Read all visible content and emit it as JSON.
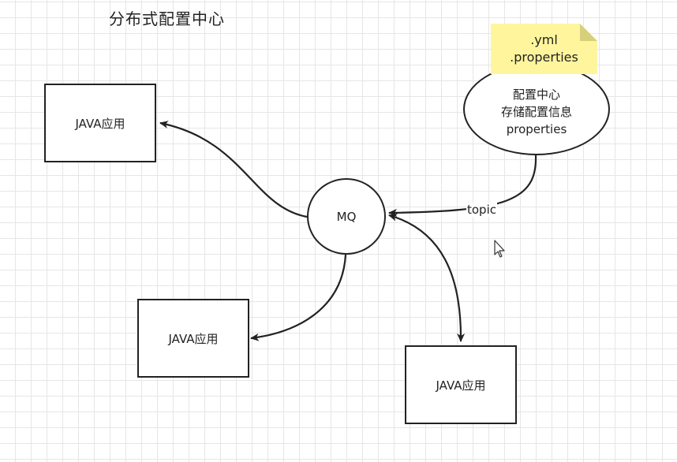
{
  "title": "分布式配置中心",
  "nodes": {
    "java_app_1": "JAVA应用",
    "java_app_2": "JAVA应用",
    "java_app_3": "JAVA应用",
    "mq": "MQ",
    "config_center": {
      "line1": "配置中心",
      "line2": "存储配置信息",
      "line3": "properties"
    }
  },
  "note": {
    "line1": ".yml",
    "line2": ".properties",
    "color": "#fff59d"
  },
  "edges": {
    "topic_label": "topic"
  },
  "colors": {
    "stroke": "#222222",
    "grid": "#e6e6e6"
  }
}
